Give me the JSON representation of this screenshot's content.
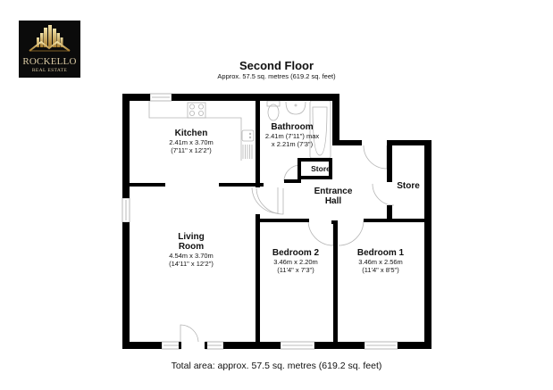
{
  "logo": {
    "name": "ROCKELLO",
    "subtitle": "REAL ESTATE",
    "background": "#0b0b0b",
    "accent": "#c9a55a"
  },
  "header": {
    "title": "Second Floor",
    "subtitle": "Approx. 57.5 sq. metres (619.2 sq. feet)"
  },
  "rooms": {
    "kitchen": {
      "name": "Kitchen",
      "dim_m": "2.41m x 3.70m",
      "dim_ft": "(7'11\" x 12'2\")"
    },
    "bathroom": {
      "name": "Bathroom",
      "dim_m": "2.41m (7'11\") max",
      "dim_ft": "x 2.21m (7'3\")"
    },
    "store_small": {
      "name": "Store"
    },
    "entrance_hall": {
      "name": "Entrance",
      "name2": "Hall"
    },
    "store_right": {
      "name": "Store"
    },
    "living_room": {
      "name": "Living",
      "name2": "Room",
      "dim_m": "4.54m x 3.70m",
      "dim_ft": "(14'11\" x 12'2\")"
    },
    "bedroom2": {
      "name": "Bedroom 2",
      "dim_m": "3.46m x 2.20m",
      "dim_ft": "(11'4\" x 7'3\")"
    },
    "bedroom1": {
      "name": "Bedroom 1",
      "dim_m": "3.46m x 2.56m",
      "dim_ft": "(11'4\" x 8'5\")"
    }
  },
  "footer": {
    "total": "Total area: approx. 57.5 sq. metres (619.2 sq. feet)"
  },
  "colors": {
    "wall": "#000000",
    "fixture": "#b5b5b5",
    "window": "#c8c8c8"
  }
}
